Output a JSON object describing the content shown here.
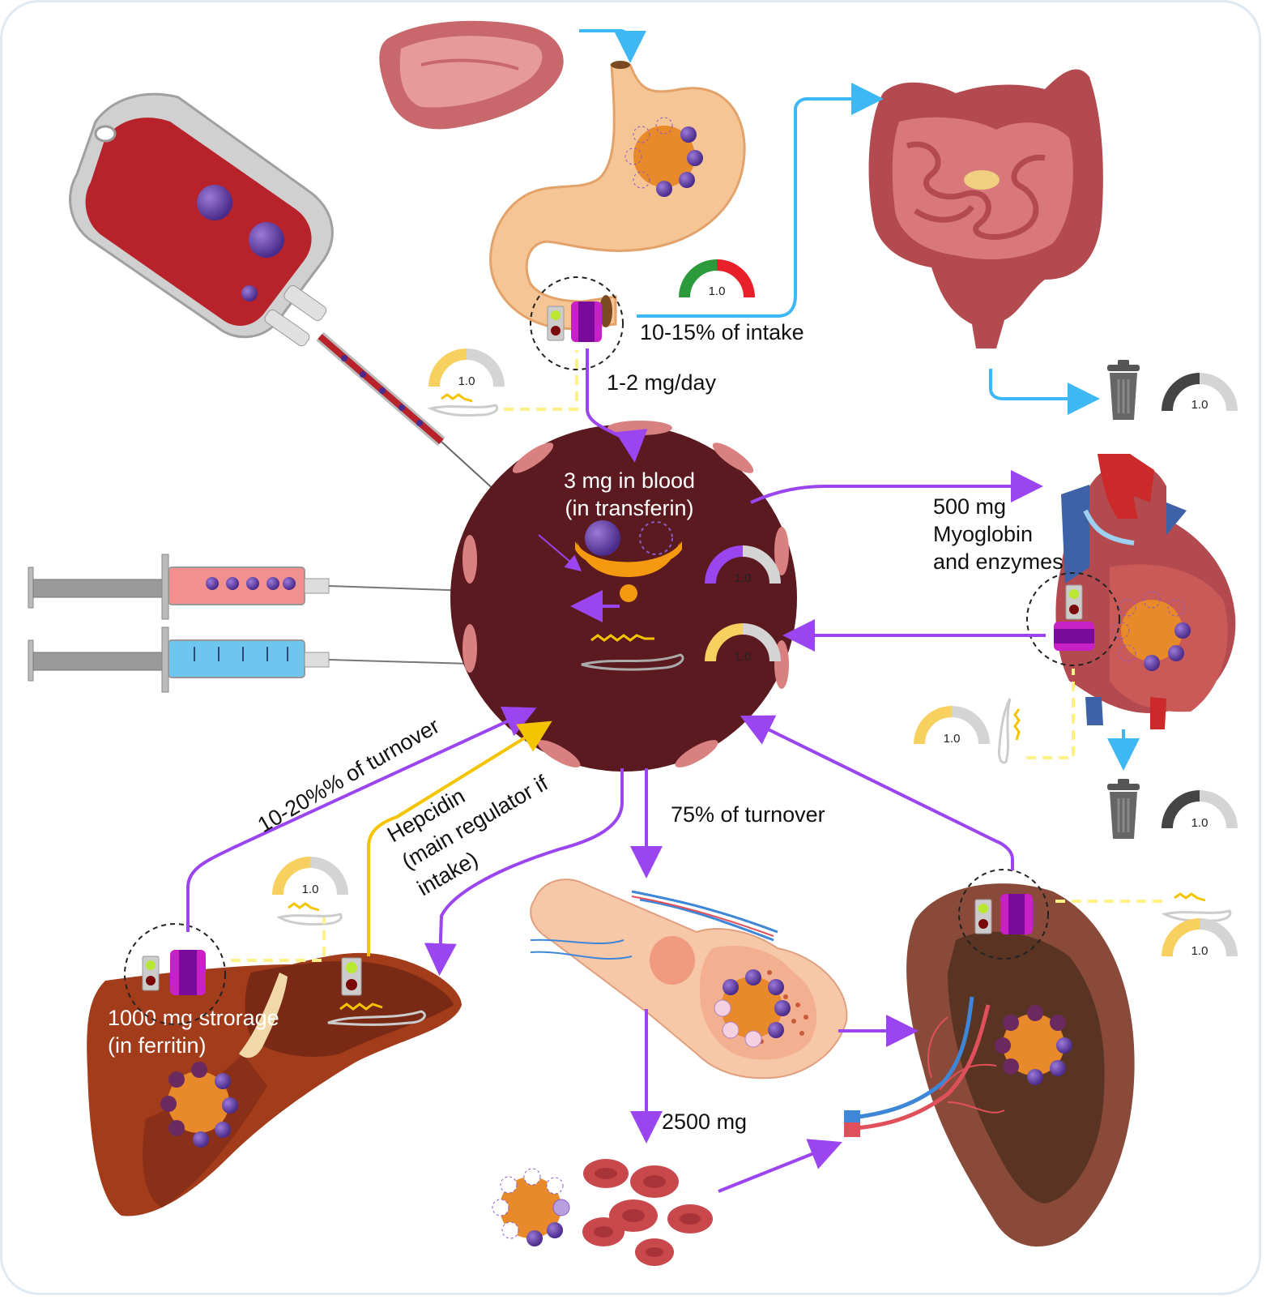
{
  "labels": {
    "intake_pct": "10-15% of intake",
    "absorption": "1-2 mg/day",
    "blood_line1": "3 mg in blood",
    "blood_line2": "(in transferin)",
    "heart_line1": "500 mg",
    "heart_line2": "Myoglobin",
    "heart_line3": "and enzymes",
    "liver_turnover": "10-20%% of turnover",
    "hepcidin_line1": "Hepcidin",
    "hepcidin_line2": "(main regulator if",
    "hepcidin_line3": "intake)",
    "marrow_turnover": "75% of turnover",
    "storage_line1": "1000 mg strorage",
    "storage_line2": "(in ferritin)",
    "rbc_amount": "2500 mg"
  },
  "gauges": [
    {
      "id": "gut",
      "value": "1.0"
    },
    {
      "id": "waste-intestine",
      "value": "1.0"
    },
    {
      "id": "hepcidin-gut",
      "value": "1.0"
    },
    {
      "id": "transferrin",
      "value": "1.0"
    },
    {
      "id": "hepcidin-blood",
      "value": "1.0"
    },
    {
      "id": "hepcidin-heart",
      "value": "1.0"
    },
    {
      "id": "waste-heart",
      "value": "1.0"
    },
    {
      "id": "hepcidin-liver",
      "value": "1.0"
    },
    {
      "id": "hepcidin-spleen",
      "value": "1.0"
    }
  ],
  "colors": {
    "iron_flow": "#9b45f0",
    "hepcidin_flow": "#f5c400",
    "hepcidin_signal": "#fff08a",
    "excretion_flow": "#3db8f5",
    "blood_vessel": "#5a1a1f",
    "iron_atom": "#6a3fa8",
    "ferritin": "#e8892a"
  }
}
